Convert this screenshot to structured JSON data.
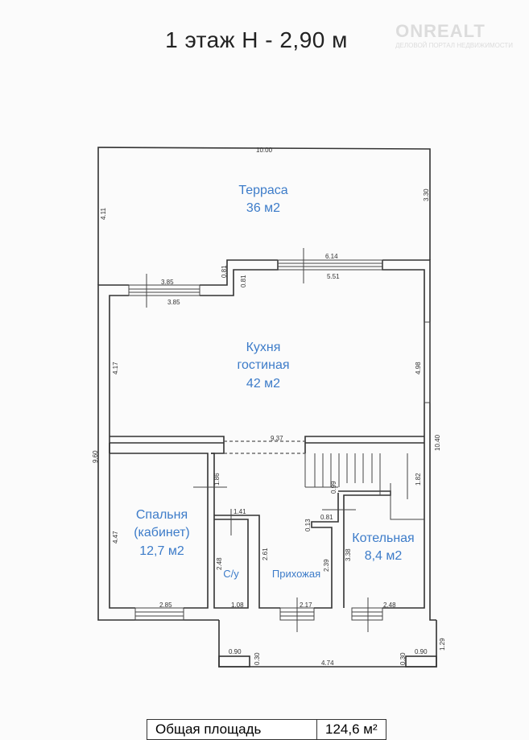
{
  "title": "1 этаж   Н - 2,90 м",
  "watermark": {
    "brand": "ONREALT",
    "sub": "ДЕЛОВОЙ ПОРТАЛ НЕДВИЖИМОСТИ"
  },
  "rooms": {
    "terrace": {
      "name": "Терраса",
      "area": "36 м2"
    },
    "kitchen": {
      "name1": "Кухня",
      "name2": "гостиная",
      "area": "42 м2"
    },
    "bedroom": {
      "name1": "Спальня",
      "name2": "(кабинет)",
      "area": "12,7 м2"
    },
    "bath": {
      "name": "С/у"
    },
    "hall": {
      "name": "Прихожая"
    },
    "boiler": {
      "name": "Котельная",
      "area": "8,4 м2"
    }
  },
  "dims": {
    "d1000": "10.00",
    "d411": "4.11",
    "d330": "3.30",
    "d614": "6.14",
    "d551": "5.51",
    "d081a": "0.81",
    "d081b": "0.81",
    "d385a": "3.85",
    "d385b": "3.85",
    "d417": "4.17",
    "d498": "4.98",
    "d960": "9.60",
    "d1040": "10.40",
    "d937": "9.37",
    "d186": "1.86",
    "d141": "1.41",
    "d099": "0.99",
    "d182": "1.82",
    "d081c": "0.81",
    "d013": "0.13",
    "d447": "4.47",
    "d248a": "2.48",
    "d261": "2.61",
    "d239": "2.39",
    "d338": "3.38",
    "d285": "2.85",
    "d108": "1.08",
    "d217": "2.17",
    "d248b": "2.48",
    "d129": "1.29",
    "d090a": "0.90",
    "d090b": "0.90",
    "d030a": "0.30",
    "d030b": "0.30",
    "d474": "4.74"
  },
  "total": {
    "label": "Общая площадь",
    "value": "124,6 м²"
  }
}
